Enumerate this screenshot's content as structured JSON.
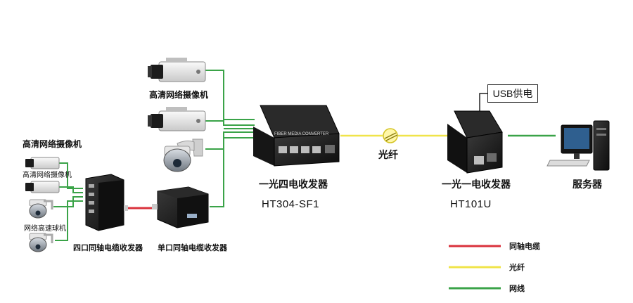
{
  "colors": {
    "coax": "#d9323c",
    "fiber": "#f0e44a",
    "network": "#3aa348",
    "device": "#1a1a1a",
    "camera_body": "#e8e8e8"
  },
  "labels": {
    "hd_camera_top": "高清网络摄像机",
    "hd_camera_left": "高清网络摄像机",
    "hd_camera_small": "高清网络摄像机",
    "speed_dome_small": "网络高速球机",
    "four_port_coax": "四口同轴电缆收发器",
    "single_port_coax": "单口同轴电缆收发器",
    "one_fiber_four_elec": "一光四电收发器",
    "model_ht304": "HT304-SF1",
    "fiber": "光纤",
    "one_fiber_one_elec": "一光一电收发器",
    "model_ht101u": "HT101U",
    "usb_power": "USB供电",
    "server": "服务器"
  },
  "device_text": {
    "fmc_title": "FIBER MEDIA CONVERTER"
  },
  "legend": [
    {
      "label": "同轴电缆",
      "color": "#d9323c"
    },
    {
      "label": "光纤",
      "color": "#f0e44a"
    },
    {
      "label": "网线",
      "color": "#3aa348"
    }
  ],
  "icons": [
    "box-camera-icon",
    "speed-dome-icon",
    "media-converter-icon",
    "coax-transceiver-icon",
    "server-icon",
    "fiber-connector-icon"
  ]
}
